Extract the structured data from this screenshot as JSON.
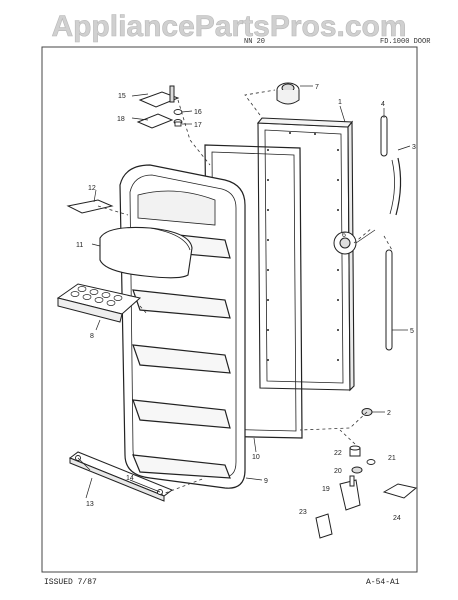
{
  "watermark": "AppliancePartsPros.com",
  "header": {
    "left": "NN 20",
    "right": "FD.1000 DOOR"
  },
  "footer": {
    "issued": "ISSUED 7/87",
    "doc_code": "A-54-A1"
  },
  "callouts": {
    "c1": "1",
    "c2": "2",
    "c3": "3",
    "c4": "4",
    "c5": "5",
    "c6": "6",
    "c7": "7",
    "c8": "8",
    "c9": "9",
    "c10": "10",
    "c11": "11",
    "c12": "12",
    "c13": "13",
    "c14": "14",
    "c15": "15",
    "c16": "16",
    "c17": "17",
    "c18": "18",
    "c19": "19",
    "c20": "20",
    "c21": "21",
    "c22": "22",
    "c23": "23",
    "c24": "24"
  },
  "colors": {
    "line": "#222222",
    "watermark": "#c8c8c8",
    "frame": "#555555"
  }
}
